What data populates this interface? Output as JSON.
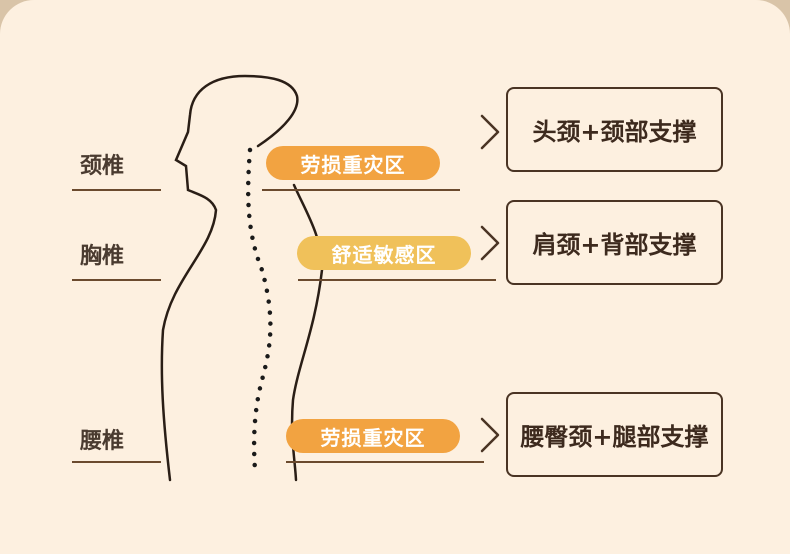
{
  "colors": {
    "background": "#fdf0e0",
    "outline": "#2a1e16",
    "line": "#6b4a2e",
    "pill_strain": "#f2a341",
    "pill_comfort": "#f0c15a",
    "text": "#4a3b30"
  },
  "spine_labels": [
    {
      "text": "颈椎"
    },
    {
      "text": "胸椎"
    },
    {
      "text": "腰椎"
    }
  ],
  "zones": [
    {
      "text": "劳损重灾区",
      "color": "#f2a341"
    },
    {
      "text": "舒适敏感区",
      "color": "#f0c15a"
    },
    {
      "text": "劳损重灾区",
      "color": "#f2a341"
    }
  ],
  "support_boxes": [
    {
      "text": "头颈+颈部支撑"
    },
    {
      "text": "肩颈+背部支撑"
    },
    {
      "text": "腰臀颈+腿部支撑"
    }
  ],
  "icons": {
    "chevron": "chevron-right-icon",
    "figure": "human-profile-silhouette",
    "spine": "dotted-spine-line"
  }
}
